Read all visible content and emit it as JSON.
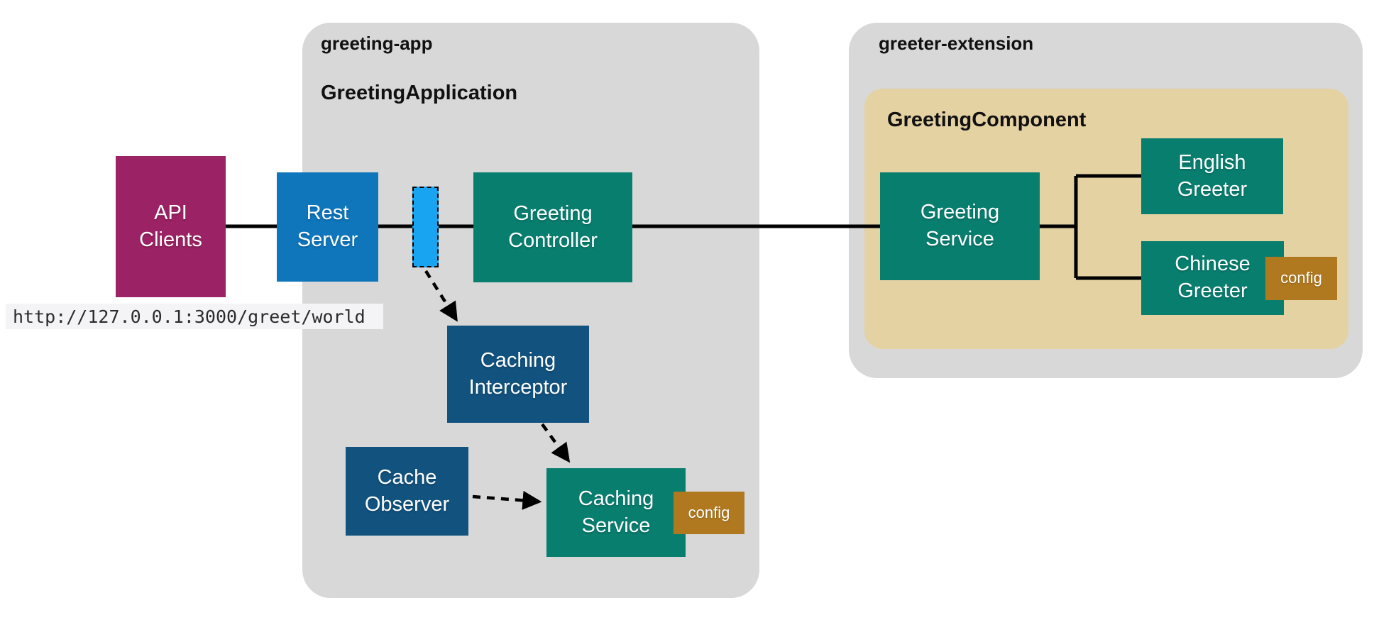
{
  "diagram": {
    "containers": {
      "greeting_app": {
        "title": "greeting-app",
        "subtitle": "GreetingApplication"
      },
      "greeter_extension": {
        "title": "greeter-extension"
      },
      "greeting_component": {
        "title": "GreetingComponent"
      }
    },
    "nodes": {
      "api_clients": {
        "label": "API\nClients"
      },
      "rest_server": {
        "label": "Rest\nServer"
      },
      "greeting_controller": {
        "label": "Greeting\nController"
      },
      "caching_interceptor": {
        "label": "Caching\nInterceptor"
      },
      "cache_observer": {
        "label": "Cache\nObserver"
      },
      "caching_service": {
        "label": "Caching\nService",
        "config": "config"
      },
      "greeting_service": {
        "label": "Greeting\nService"
      },
      "english_greeter": {
        "label": "English\nGreeter"
      },
      "chinese_greeter": {
        "label": "Chinese\nGreeter",
        "config": "config"
      }
    },
    "url": "http://127.0.0.1:3000/greet/world",
    "colors": {
      "gray": "#D8D8D8",
      "tan": "#E5D2A3",
      "magenta": "#9B2264",
      "blue": "#0F76BC",
      "azure": "#18A4F0",
      "teal": "#087E6F",
      "navy": "#12527E",
      "gold": "#B1791F",
      "line": "#000000",
      "urlbar": "#F4F4F6",
      "urltext": "#2B2B2B"
    }
  }
}
